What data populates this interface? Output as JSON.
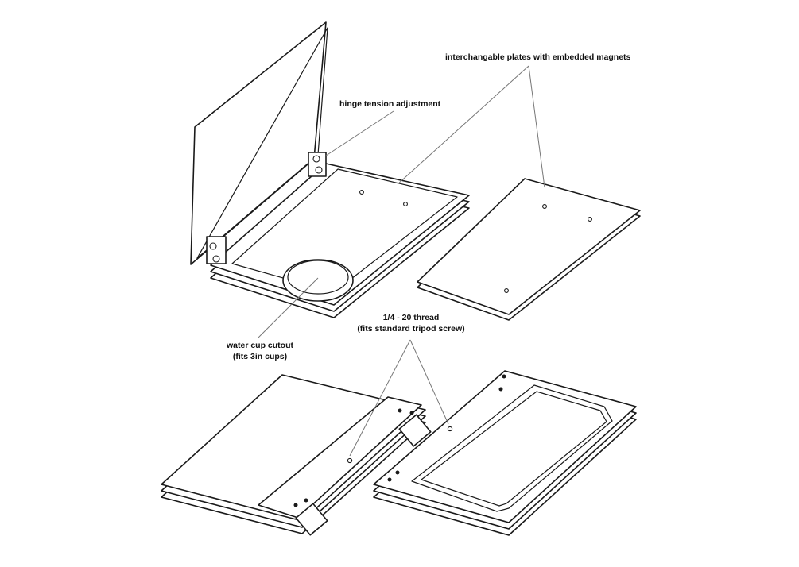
{
  "labels": {
    "plates": "interchangable plates with embedded magnets",
    "hinge": "hinge tension adjustment",
    "thread_line1": "1/4 - 20 thread",
    "thread_line2": "(fits standard tripod screw)",
    "cup_line1": "water cup cutout",
    "cup_line2": "(fits 3in cups)"
  }
}
